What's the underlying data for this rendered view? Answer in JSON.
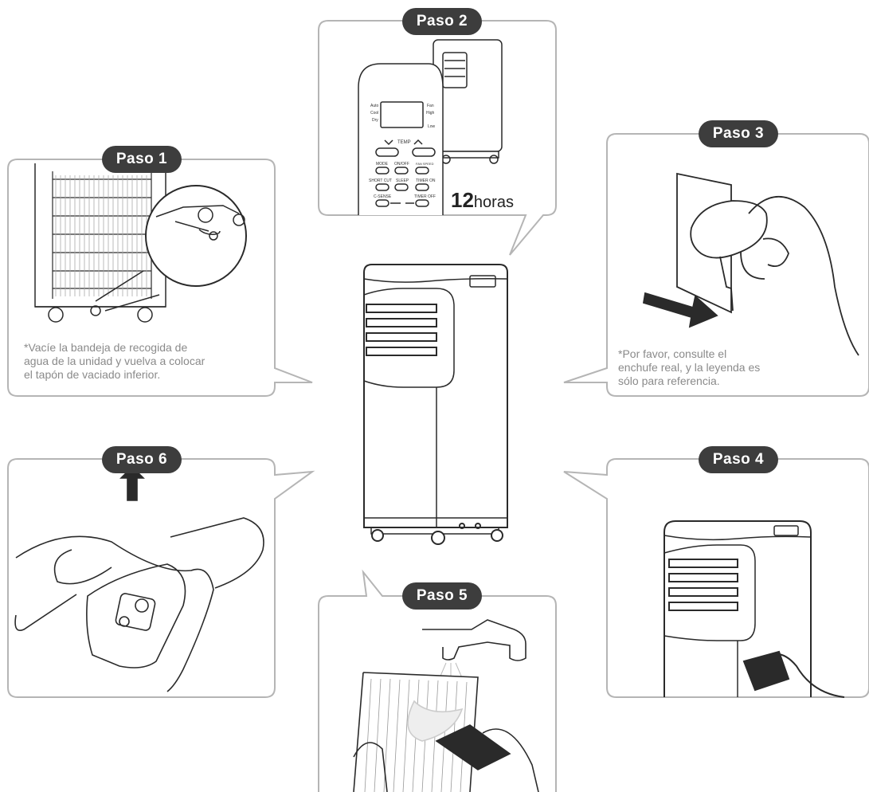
{
  "steps": {
    "step1": {
      "label": "Paso 1",
      "note_lines": [
        "*Vacíe la bandeja de recogida de",
        "agua de la unidad y vuelva a colocar",
        "el tapón de vaciado inferior."
      ]
    },
    "step2": {
      "label": "Paso 2",
      "hours_number": "12",
      "hours_unit": "horas"
    },
    "step3": {
      "label": "Paso 3",
      "note_lines": [
        "*Por favor, consulte el",
        "enchufe real, y la leyenda es",
        "sólo para referencia."
      ]
    },
    "step4": {
      "label": "Paso 4"
    },
    "step5": {
      "label": "Paso 5"
    },
    "step6": {
      "label": "Paso 6"
    }
  },
  "remote": {
    "mode_left": [
      "Auto",
      "Cool",
      "Dry"
    ],
    "mode_right": [
      "Fan",
      "High",
      "Low"
    ],
    "temp": "TEMP",
    "row1": [
      "MODE",
      "ON/OFF",
      "FAN SPEED"
    ],
    "row2": [
      "SHORT CUT",
      "SLEEP",
      "TIMER ON"
    ],
    "row3": [
      "C-SENSE",
      "TIMER OFF"
    ]
  },
  "colors": {
    "pill": "#3d3d3d",
    "frame": "#b5b5b5",
    "line": "#2a2a2a"
  }
}
